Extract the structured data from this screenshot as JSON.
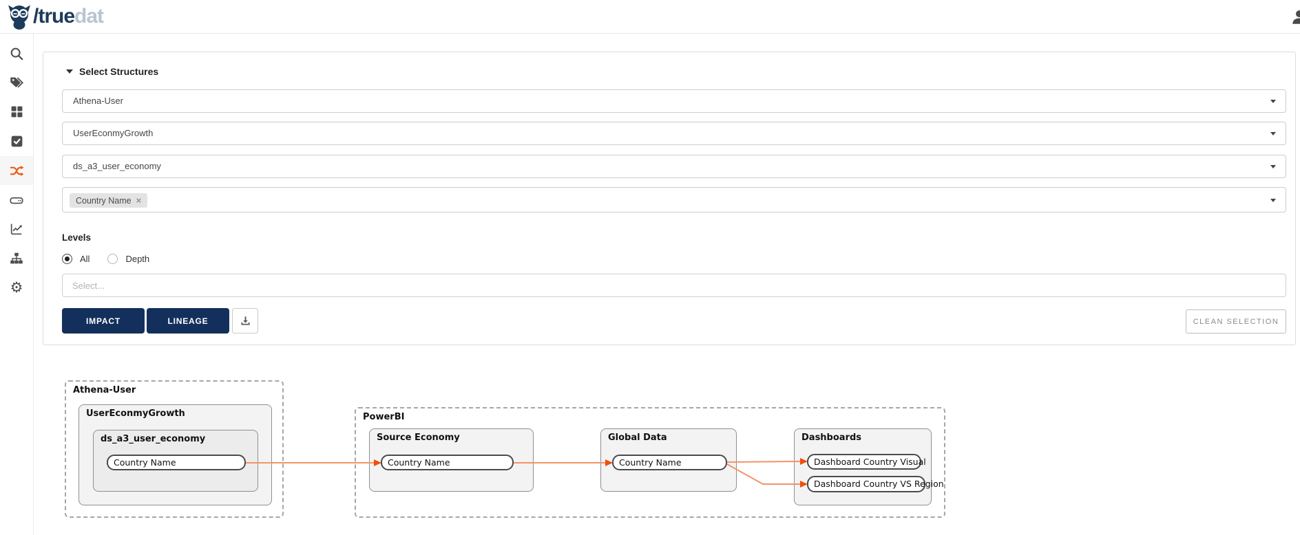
{
  "header": {
    "brand_primary": "/true",
    "brand_secondary": "dat"
  },
  "sidebar": {
    "items": [
      {
        "icon": "search-icon",
        "active": false
      },
      {
        "icon": "tag-icon",
        "active": false
      },
      {
        "icon": "grid-icon",
        "active": false
      },
      {
        "icon": "check-square-icon",
        "active": false
      },
      {
        "icon": "shuffle-icon",
        "active": true
      },
      {
        "icon": "drive-icon",
        "active": false
      },
      {
        "icon": "chart-icon",
        "active": false
      },
      {
        "icon": "sitemap-icon",
        "active": false
      },
      {
        "icon": "gear-icon",
        "active": false
      }
    ]
  },
  "filters": {
    "title": "Select Structures",
    "system_select": "Athena-User",
    "group_select": "UserEconmyGrowth",
    "structure_select": "ds_a3_user_economy",
    "field_chip": "Country Name",
    "chip_remove": "×",
    "levels_label": "Levels",
    "radio_all": "All",
    "radio_depth": "Depth",
    "depth_placeholder": "Select...",
    "impact_button": "IMPACT",
    "lineage_button": "LINEAGE",
    "clean_selection_button": "CLEAN SELECTION"
  },
  "graph": {
    "athena": {
      "label": "Athena-User",
      "group": {
        "label": "UserEconmyGrowth",
        "table": {
          "label": "ds_a3_user_economy",
          "node": "Country Name"
        }
      }
    },
    "powerbi": {
      "label": "PowerBI",
      "boxes": [
        {
          "label": "Source Economy",
          "nodes": [
            "Country Name"
          ]
        },
        {
          "label": "Global Data",
          "nodes": [
            "Country Name"
          ]
        },
        {
          "label": "Dashboards",
          "nodes": [
            "Dashboard Country Visual",
            "Dashboard Country VS Region"
          ]
        }
      ]
    },
    "edges": [
      {
        "from": "Athena-User/ds_a3_user_economy/Country Name",
        "to": "PowerBI/Source Economy/Country Name"
      },
      {
        "from": "PowerBI/Source Economy/Country Name",
        "to": "PowerBI/Global Data/Country Name"
      },
      {
        "from": "PowerBI/Global Data/Country Name",
        "to": "PowerBI/Dashboards/Dashboard Country Visual"
      },
      {
        "from": "PowerBI/Global Data/Country Name",
        "to": "PowerBI/Dashboards/Dashboard Country VS Region"
      }
    ]
  },
  "colors": {
    "accent_navy": "#13305c",
    "accent_orange": "#e85a12",
    "edge_line": "#f49366",
    "edge_arrow": "#f14e0f",
    "brand_navy": "#1d3b5a",
    "brand_gray": "#b9c5d1"
  }
}
